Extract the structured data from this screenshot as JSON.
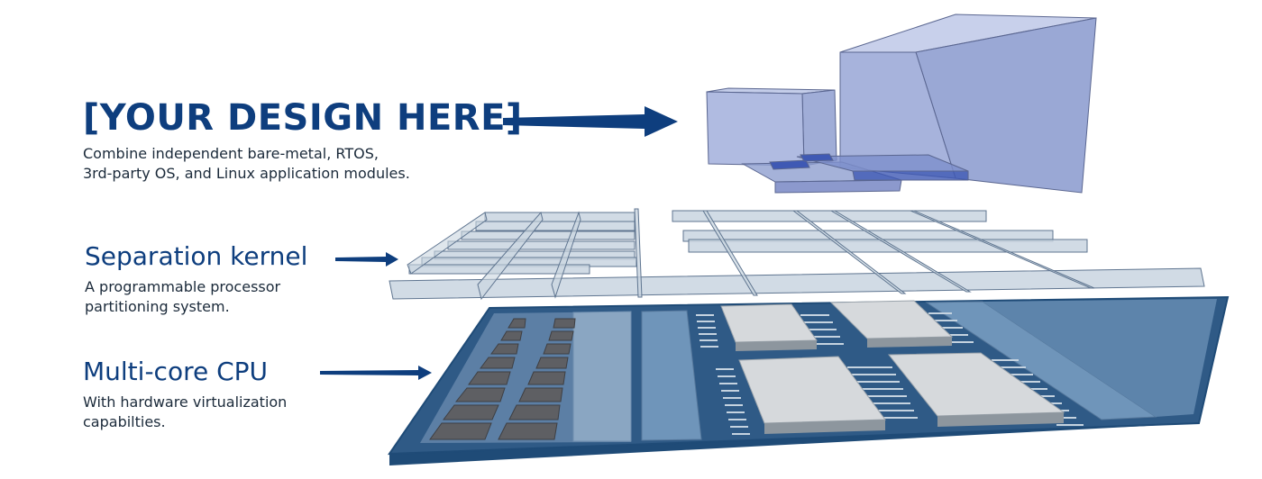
{
  "design": {
    "title": "[YOUR DESIGN HERE]",
    "desc_line1": "Combine independent bare-metal, RTOS,",
    "desc_line2": "3rd-party OS, and Linux application modules."
  },
  "kernel": {
    "title": "Separation kernel",
    "desc_line1": "A programmable processor",
    "desc_line2": "partitioning system."
  },
  "cpu": {
    "title": "Multi-core CPU",
    "desc_line1": "With hardware virtualization",
    "desc_line2": "capabilties."
  },
  "colors": {
    "brand_blue": "#0e3e7e",
    "module_fill": "#8f9fd0",
    "kernel_fill": "#c9d5e0",
    "cpu_dark": "#2f5a86",
    "cpu_light": "#8aa6c2",
    "core_fill": "#d6d9dc"
  }
}
